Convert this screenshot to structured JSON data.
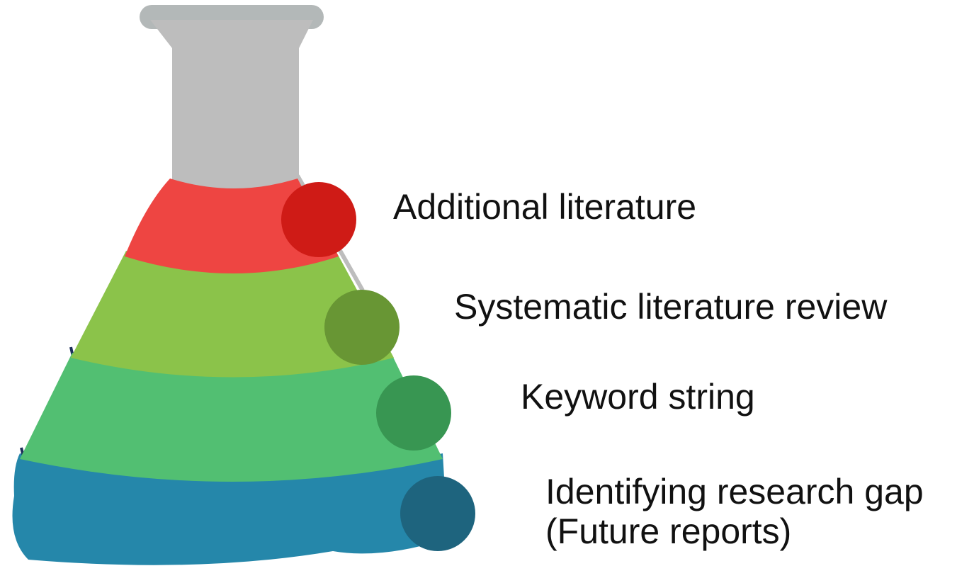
{
  "stages": [
    {
      "id": "stage-1",
      "lines": [
        "Additional literature"
      ],
      "band_color": "#ee4542",
      "dot_color": "#cf1b16"
    },
    {
      "id": "stage-2",
      "lines": [
        "Systematic literature review"
      ],
      "band_color": "#8bc34a",
      "dot_color": "#689634"
    },
    {
      "id": "stage-3",
      "lines": [
        "Keyword string"
      ],
      "band_color": "#52bf72",
      "dot_color": "#389652"
    },
    {
      "id": "stage-4",
      "lines": [
        "Identifying research gap",
        "(Future reports)"
      ],
      "band_color": "#2587aa",
      "dot_color": "#1e647e"
    }
  ],
  "flask": {
    "neck_color": "#bdbdbd",
    "rim_color": "#b3b8b8"
  }
}
